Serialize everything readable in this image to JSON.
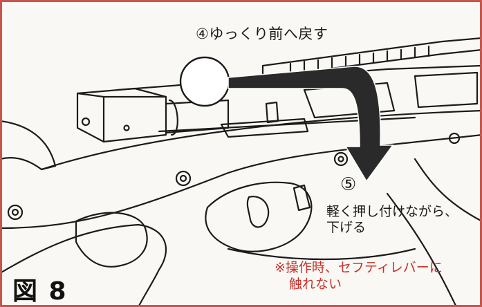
{
  "figure": {
    "label": "図 8"
  },
  "steps": {
    "step4": "④ゆっくり前へ戻す",
    "step5_number": "⑤",
    "step5_line1": "軽く押し付けながら、",
    "step5_line2": "下げる"
  },
  "note": {
    "line1": "※操作時、セフティレバーに",
    "line2": "触れない"
  },
  "colors": {
    "border": "#c9554b",
    "note_text": "#c8302a",
    "ink": "#1b1b1b",
    "arrow": "#2a2a2a"
  }
}
